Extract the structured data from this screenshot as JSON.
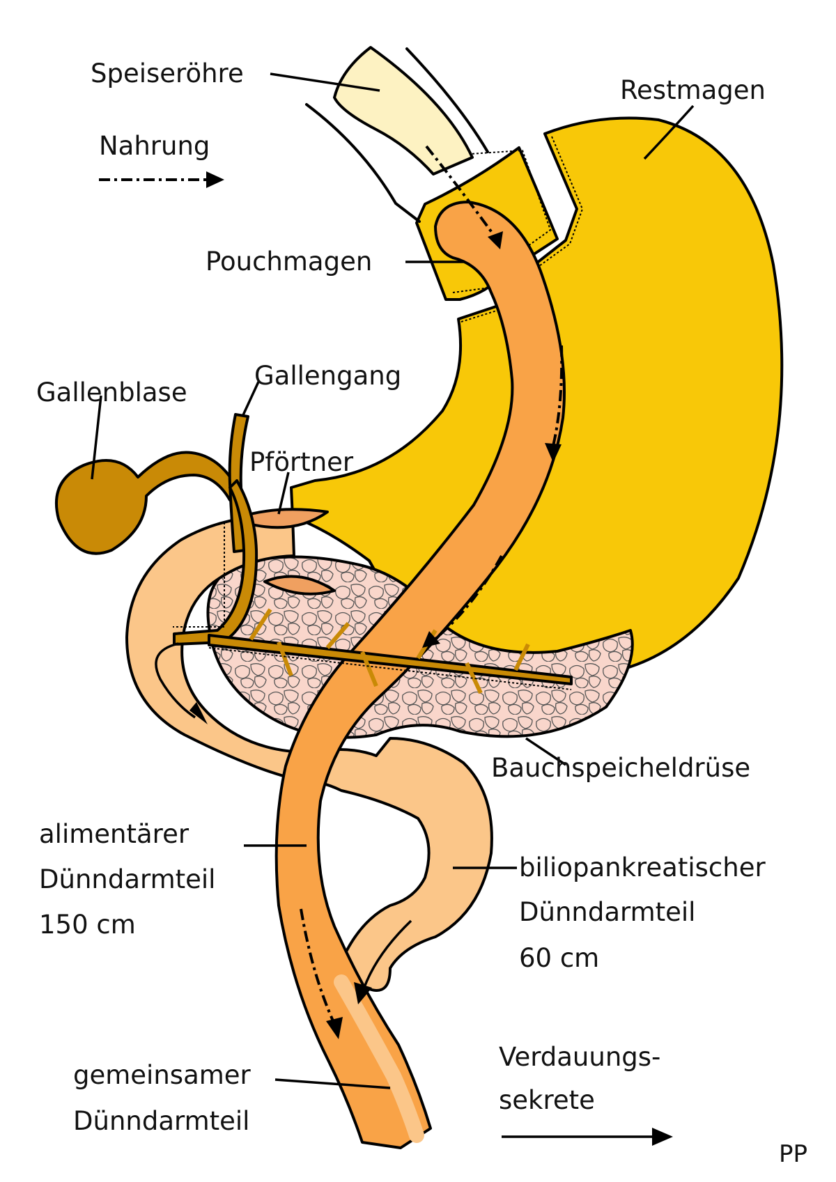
{
  "colors": {
    "stomach_yellow": "#f8c808",
    "esophagus_pale": "#fdf2c2",
    "alimentary_limb_orange": "#f9a347",
    "biliopancreatic_limb_light": "#fbc689",
    "gallbladder_brown": "#c98a06",
    "pancreas_pink": "#f9d6cb",
    "pylorus_salmon": "#f0a060"
  },
  "labels": {
    "esophagus": "Speiseröhre",
    "food": "Nahrung",
    "remnant_stomach": "Restmagen",
    "pouch": "Pouchmagen",
    "gallbladder": "Gallenblase",
    "bile_duct": "Gallengang",
    "pylorus": "Pförtner",
    "pancreas": "Bauchspeicheldrüse",
    "alimentary_line1": "alimentärer",
    "alimentary_line2": "Dünndarmteil",
    "alimentary_line3": "150 cm",
    "bp_line1": "biliopankreatischer",
    "bp_line2": "Dünndarmteil",
    "bp_line3": "60 cm",
    "common_line1": "gemeinsamer",
    "common_line2": "Dünndarmteil",
    "secretions_line1": "Verdauungs-",
    "secretions_line2": "sekrete",
    "signature": "PP"
  }
}
